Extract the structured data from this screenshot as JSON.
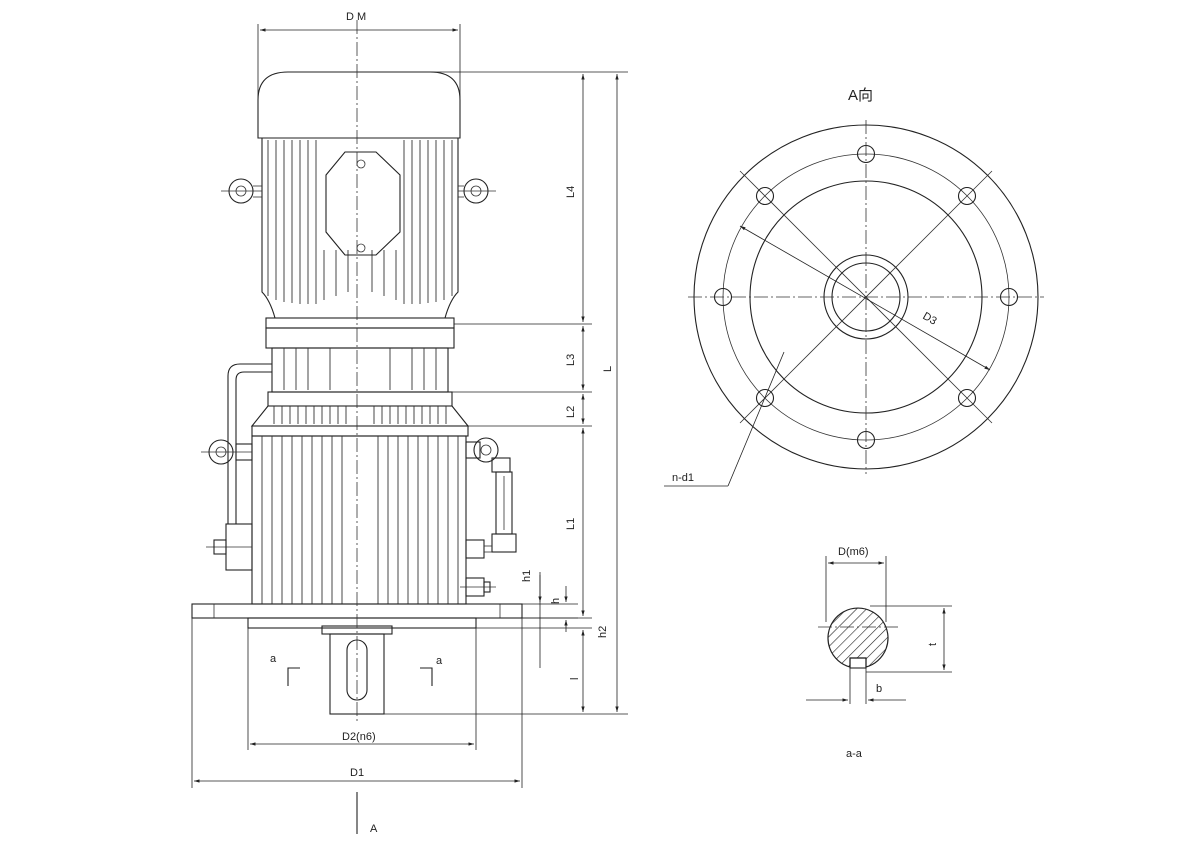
{
  "labels": {
    "dm": "D M",
    "l4": "L4",
    "l3": "L3",
    "l2": "L2",
    "l1": "L1",
    "l": "L",
    "h1": "h1",
    "h": "h",
    "h2": "h2",
    "l_small": "l",
    "a_left": "a",
    "a_right": "a",
    "d2": "D2(n6)",
    "d1": "D1",
    "a_view_arrow": "A",
    "view_a": "A向",
    "d3": "D3",
    "n_d1": "n-d1",
    "d_m6": "D(m6)",
    "t": "t",
    "b": "b",
    "section": "a-a"
  }
}
